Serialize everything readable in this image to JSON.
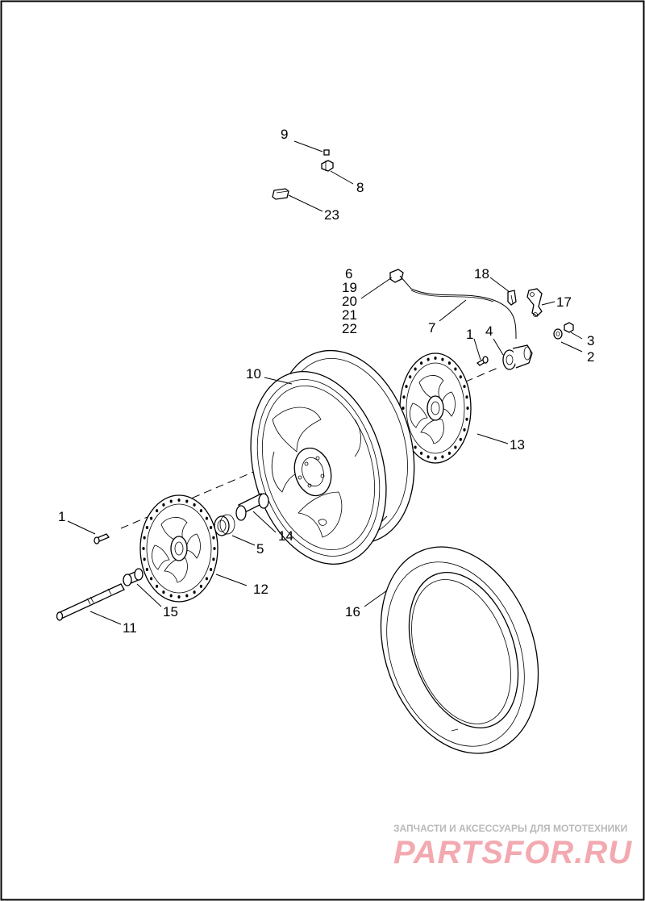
{
  "labels": {
    "l1a": "1",
    "l1b": "1",
    "l2": "2",
    "l3": "3",
    "l4": "4",
    "l5": "5",
    "l6": "6",
    "l19": "19",
    "l20": "20",
    "l21": "21",
    "l22": "22",
    "l7": "7",
    "l8": "8",
    "l9": "9",
    "l10": "10",
    "l11": "11",
    "l12": "12",
    "l13": "13",
    "l14": "14",
    "l15": "15",
    "l16": "16",
    "l17": "17",
    "l18": "18",
    "l23": "23"
  },
  "watermark": {
    "tagline": "ЗАПЧАСТИ И АКСЕССУАРЫ ДЛЯ МОТОТЕХНИКИ",
    "brand": "PARTSFOR.RU"
  },
  "colors": {
    "ink": "#000000",
    "watermark_brand": "#f3a9b0",
    "watermark_tagline": "#b9b9b9"
  }
}
